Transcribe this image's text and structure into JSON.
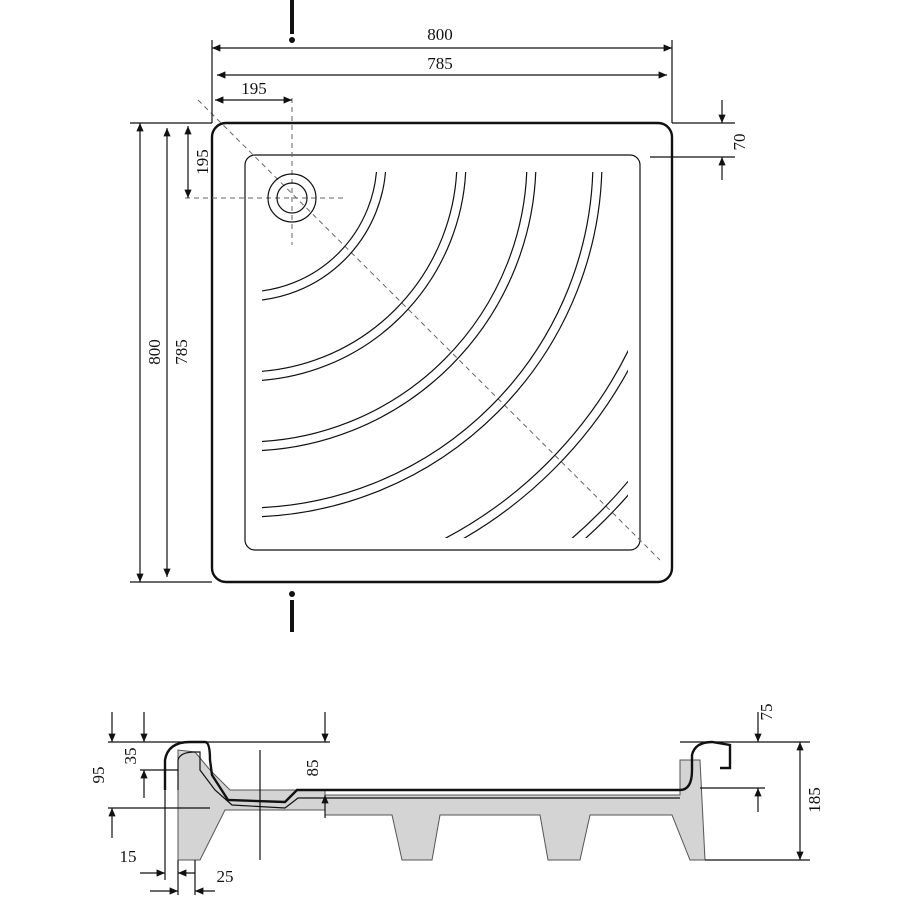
{
  "plan_view": {
    "dim_overall_width": "800",
    "dim_inner_width": "785",
    "dim_drain_x": "195",
    "dim_drain_y": "195",
    "dim_rim": "70",
    "dim_overall_depth": "800",
    "dim_inner_depth": "785",
    "section_marker": "I"
  },
  "section_view": {
    "dim_total_left": "95",
    "dim_rim_height": "35",
    "dim_floor_depth": "85",
    "dim_wall_offset": "15",
    "dim_wall_thickness": "25",
    "dim_right_rim": "75",
    "dim_total_height": "185"
  },
  "colors": {
    "line": "#111111",
    "fill": "#d4d4d4"
  }
}
